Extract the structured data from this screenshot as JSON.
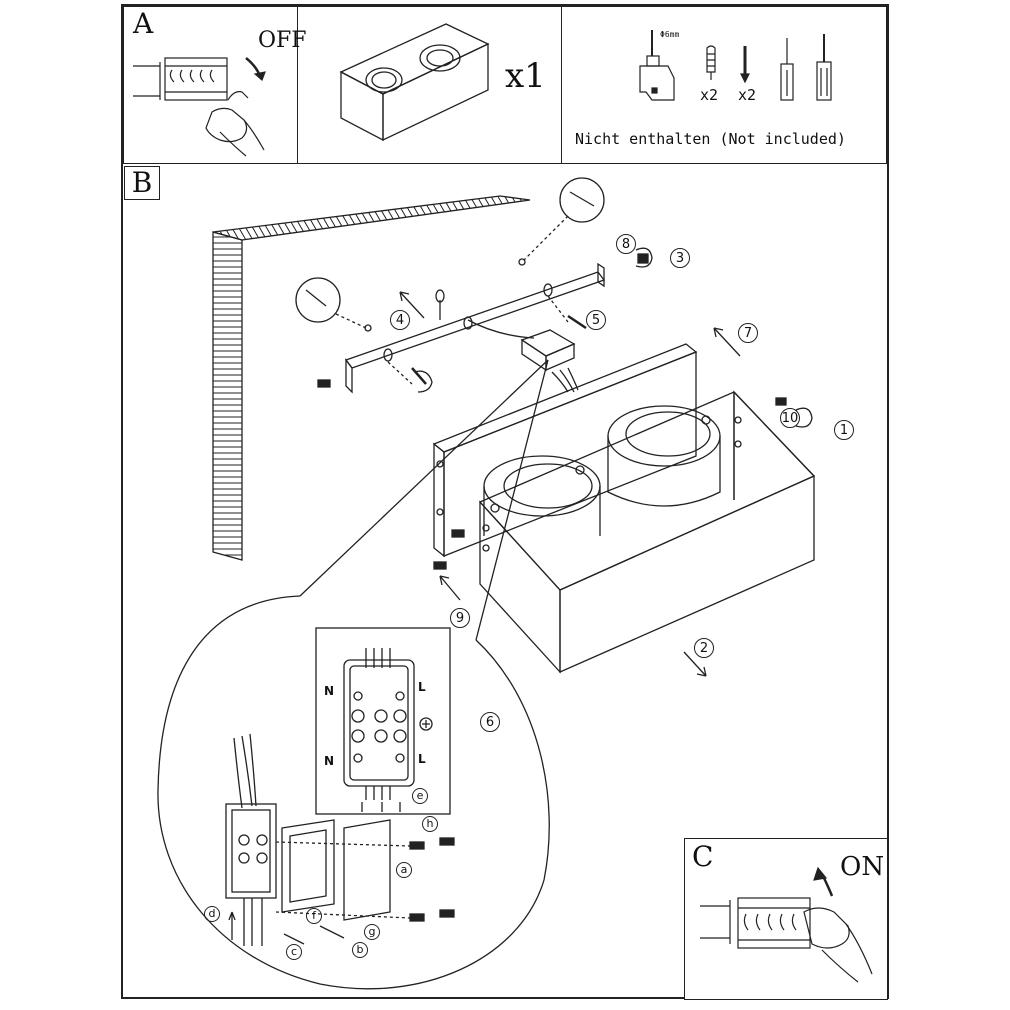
{
  "panel_a": {
    "label": "A",
    "switch_text": "OFF",
    "quantity": "x1",
    "diameter_note": "Φ6mm",
    "dowel_qty": "x2",
    "screw_qty": "x2",
    "not_included": "Nicht enthalten (Not included)"
  },
  "panel_b": {
    "label": "B",
    "steps": [
      "1",
      "2",
      "3",
      "4",
      "5",
      "6",
      "7",
      "8",
      "9",
      "10"
    ],
    "terminal_labels": {
      "n_top": "N",
      "l_top": "L",
      "n_bottom": "N",
      "l_bottom": "L"
    },
    "parts": [
      "a",
      "b",
      "c",
      "d",
      "e",
      "f",
      "g",
      "h"
    ]
  },
  "panel_c": {
    "label": "C",
    "switch_text": "ON"
  }
}
